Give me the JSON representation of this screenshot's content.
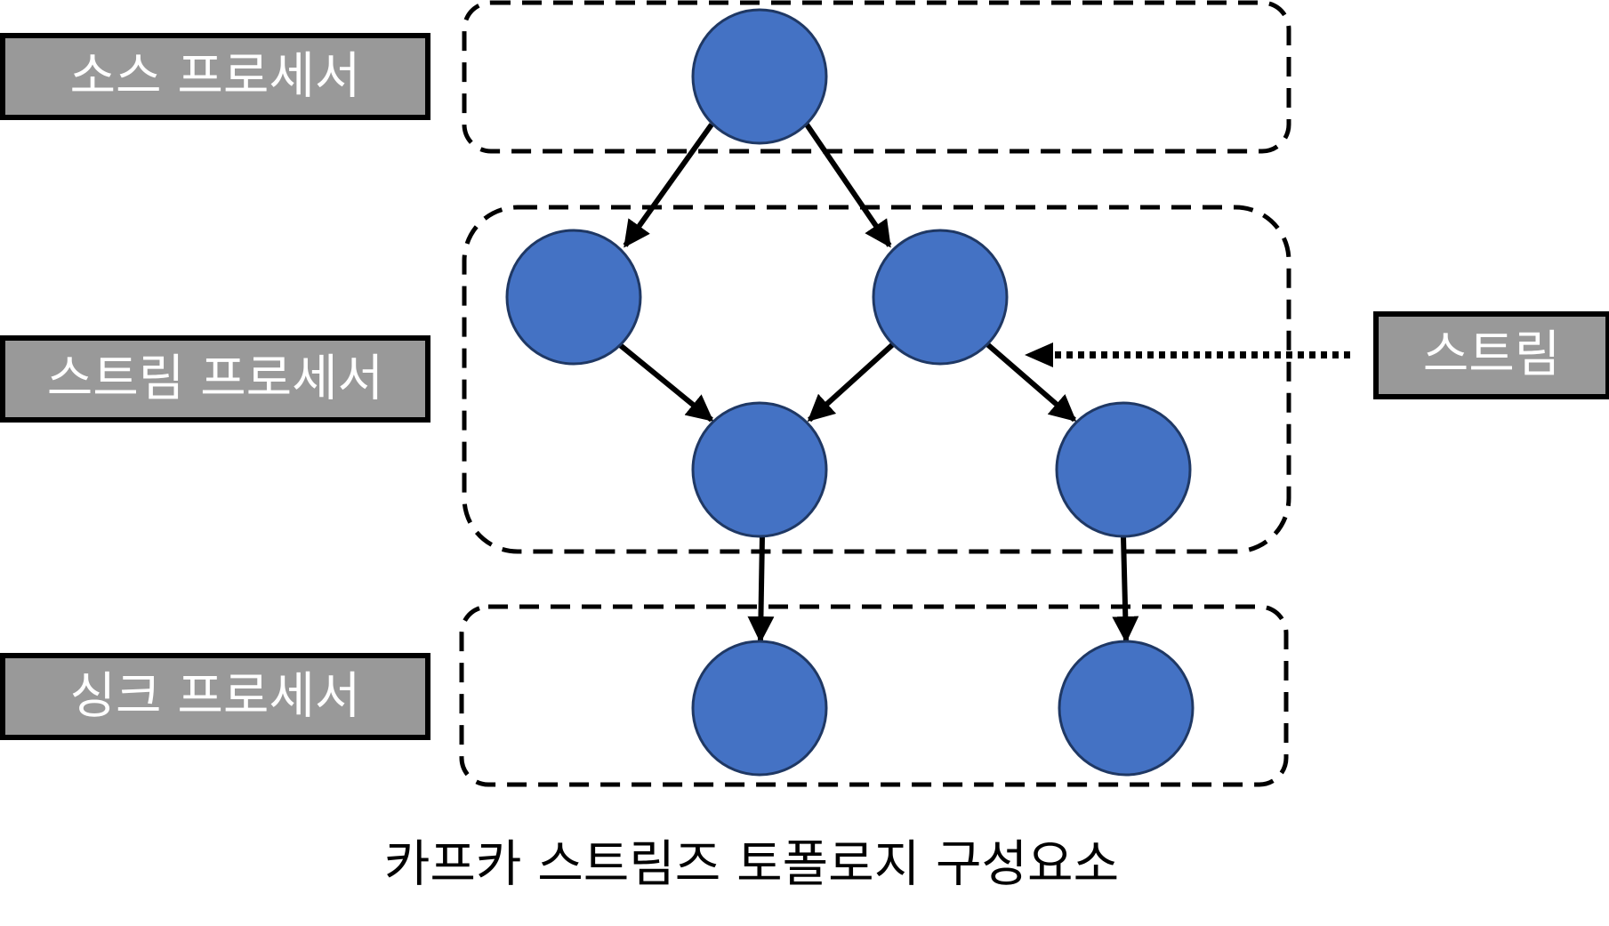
{
  "labels": {
    "source_processor": "소스 프로세서",
    "stream_processor": "스트림 프로세서",
    "sink_processor": "싱크 프로세서",
    "stream": "스트림"
  },
  "caption": "카프카 스트림즈 토폴로지 구성요소",
  "colors": {
    "node_fill": "#4472c4",
    "node_stroke": "#1f3864",
    "label_box_fill": "#999999",
    "label_text": "#ffffff"
  }
}
